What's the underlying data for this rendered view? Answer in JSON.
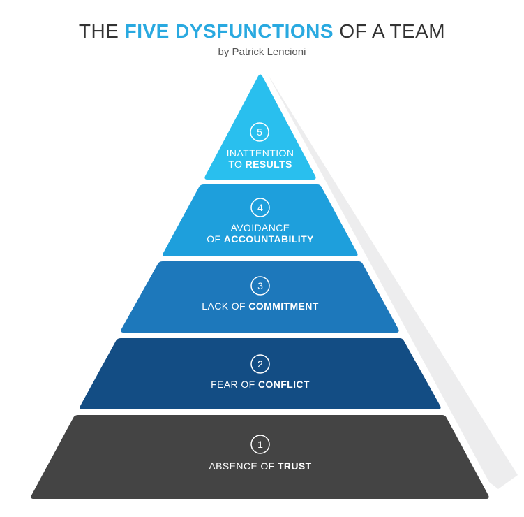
{
  "header": {
    "title_pre": "THE ",
    "title_accent": "FIVE DYSFUNCTIONS",
    "title_post": " OF A TEAM",
    "subtitle": "by Patrick Lencioni"
  },
  "colors": {
    "accent": "#29a9e0",
    "level_5": "#29bfee",
    "level_4": "#1e9fdc",
    "level_3": "#1d78bb",
    "level_2": "#134d84",
    "level_1": "#444444",
    "shadow": "#ededee"
  },
  "levels": [
    {
      "number": "5",
      "line1_plain": "INATTENTION",
      "line2_plain": "TO ",
      "line2_bold": "RESULTS"
    },
    {
      "number": "4",
      "line1_plain": "AVOIDANCE",
      "line2_plain": "OF ",
      "line2_bold": "ACCOUNTABILITY"
    },
    {
      "number": "3",
      "line1_plain": "LACK OF ",
      "line1_bold": "COMMITMENT"
    },
    {
      "number": "2",
      "line1_plain": "FEAR OF ",
      "line1_bold": "CONFLICT"
    },
    {
      "number": "1",
      "line1_plain": "ABSENCE OF ",
      "line1_bold": "TRUST"
    }
  ]
}
